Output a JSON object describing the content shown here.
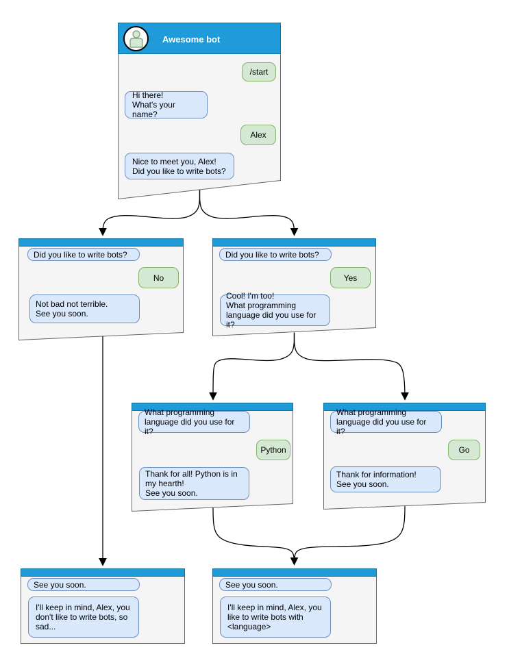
{
  "colors": {
    "header_blue": "#1e9bd8",
    "header_border": "#10739e",
    "window_fill": "#f5f5f5",
    "window_border": "#666666",
    "bot_bubble_fill": "#dae8fc",
    "bot_bubble_border": "#6c8ebf",
    "user_bubble_fill": "#d5e8d4",
    "user_bubble_border": "#82b366",
    "connector": "#000000",
    "title_text": "#ffffff"
  },
  "root": {
    "title": "Awesome bot",
    "bubbles": {
      "start": "/start",
      "greeting": "Hi there!\nWhat's your name?",
      "name": "Alex",
      "nice": "Nice to meet you, Alex!\nDid you like to write bots?"
    }
  },
  "no_branch": {
    "question": "Did you like to write bots?",
    "answer": "No",
    "reply": "Not bad not terrible.\nSee you soon."
  },
  "yes_branch": {
    "question": "Did you like to write bots?",
    "answer": "Yes",
    "reply": "Cool! I'm too!\nWhat programming\nlanguage did you use for it?"
  },
  "python_branch": {
    "question": "What programming\nlanguage did you use for it?",
    "answer": "Python",
    "reply": "Thank for all! Python is in\nmy hearth!\nSee you soon."
  },
  "go_branch": {
    "question": "What programming\nlanguage did you use for it?",
    "answer": "Go",
    "reply": "Thank for information!\nSee you soon."
  },
  "end_no": {
    "first": "See you soon.",
    "second": "I'll keep in mind, Alex, you\ndon't like to write bots, so\nsad..."
  },
  "end_yes": {
    "first": "See you soon.",
    "second": "I'll keep in mind, Alex, you\nlike to write bots with\n<language>"
  }
}
